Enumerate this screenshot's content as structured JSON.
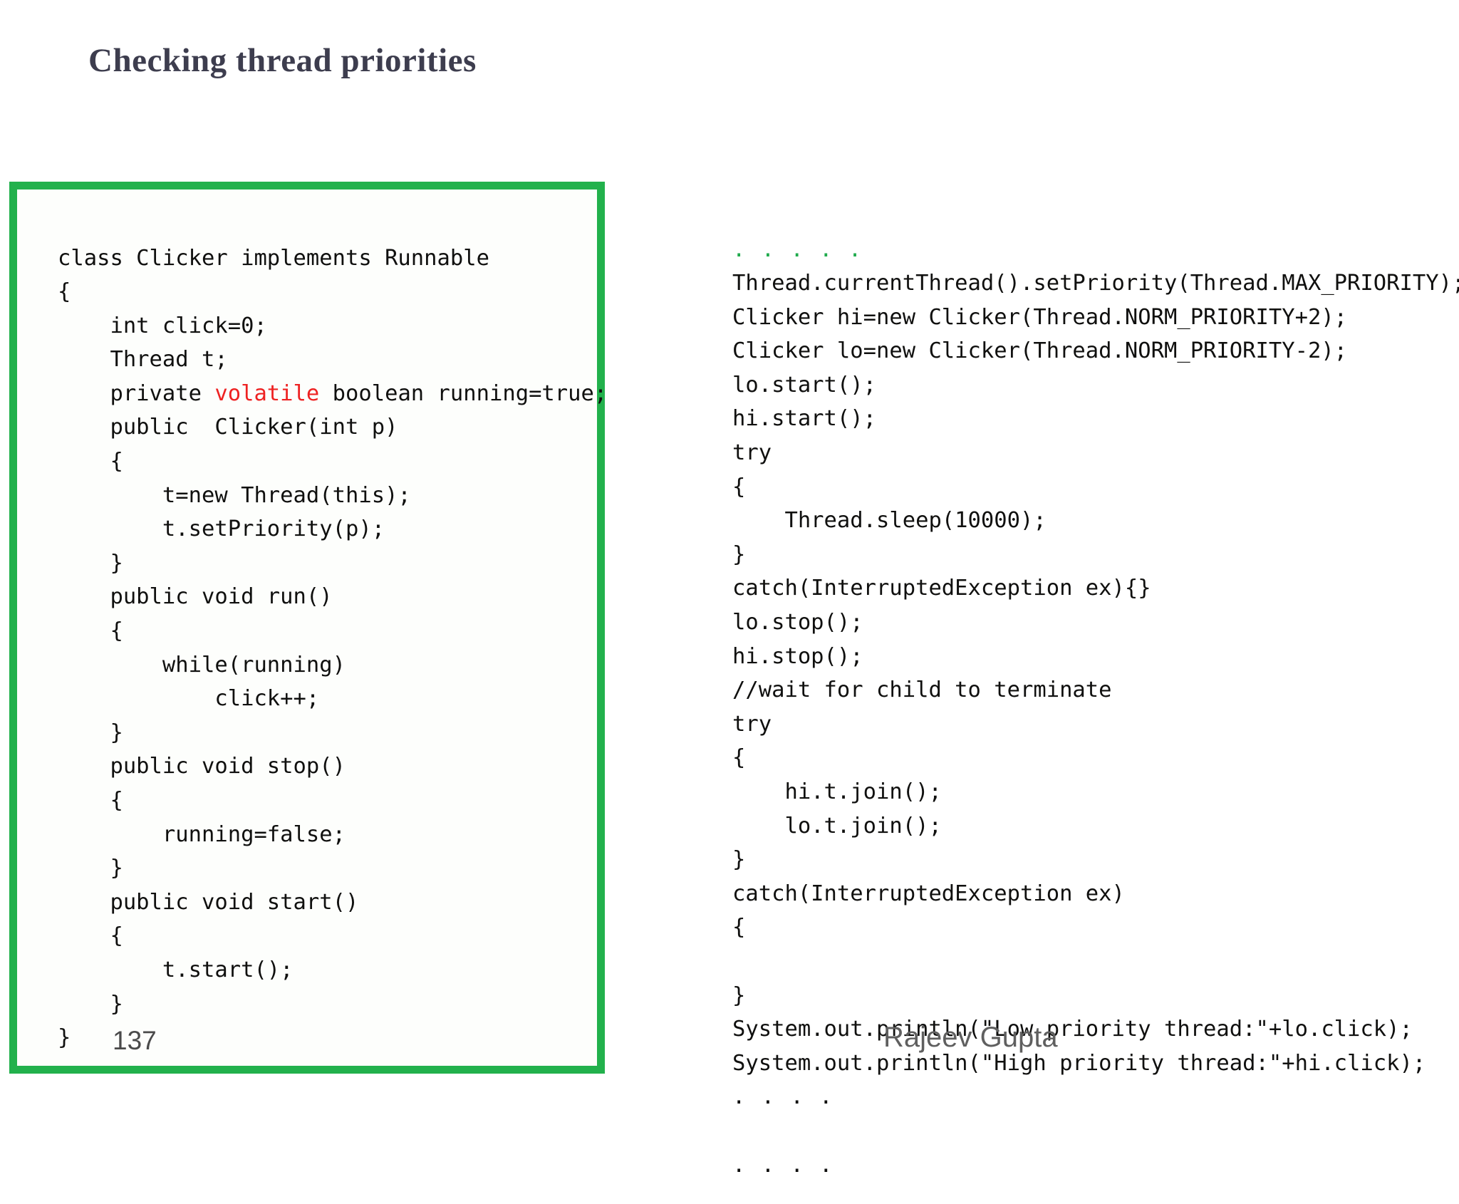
{
  "slide": {
    "title": "Checking thread priorities",
    "page_number": "137",
    "author_credit": "Rajeev Gupta",
    "accent_green": "#22b14c",
    "keyword_red": "#ee2222",
    "title_color": "#3d3d4e"
  },
  "left_code": {
    "before_volatile": "class Clicker implements Runnable\n{\n    int click=0;\n    Thread t;\n    private ",
    "volatile_keyword": "volatile",
    "after_volatile": " boolean running=true;\n    public  Clicker(int p)\n    {\n        t=new Thread(this);\n        t.setPriority(p);\n    }\n    public void run()\n    {\n        while(running)\n            click++;\n    }\n    public void stop()\n    {\n        running=false;\n    }\n    public void start()\n    {\n        t.start();\n    }\n}",
    "full_text": "class Clicker implements Runnable\n{\n    int click=0;\n    Thread t;\n    private volatile boolean running=true;\n    public  Clicker(int p)\n    {\n        t=new Thread(this);\n        t.setPriority(p);\n    }\n    public void run()\n    {\n        while(running)\n            click++;\n    }\n    public void stop()\n    {\n        running=false;\n    }\n    public void start()\n    {\n        t.start();\n    }\n}"
  },
  "right_code": {
    "leading_dots": ". . . . .",
    "body": "Thread.currentThread().setPriority(Thread.MAX_PRIORITY);\nClicker hi=new Clicker(Thread.NORM_PRIORITY+2);\nClicker lo=new Clicker(Thread.NORM_PRIORITY-2);\nlo.start();\nhi.start();\ntry\n{\n    Thread.sleep(10000);\n}\ncatch(InterruptedException ex){}\nlo.stop();\nhi.stop();\n//wait for child to terminate\ntry\n{\n    hi.t.join();\n    lo.t.join();\n}\ncatch(InterruptedException ex)\n{\n\n}\nSystem.out.println(\"Low priority thread:\"+lo.click);\nSystem.out.println(\"High priority thread:\"+hi.click);",
    "trailing_dots_1": ". . . .",
    "trailing_dots_2": ". . . ."
  }
}
